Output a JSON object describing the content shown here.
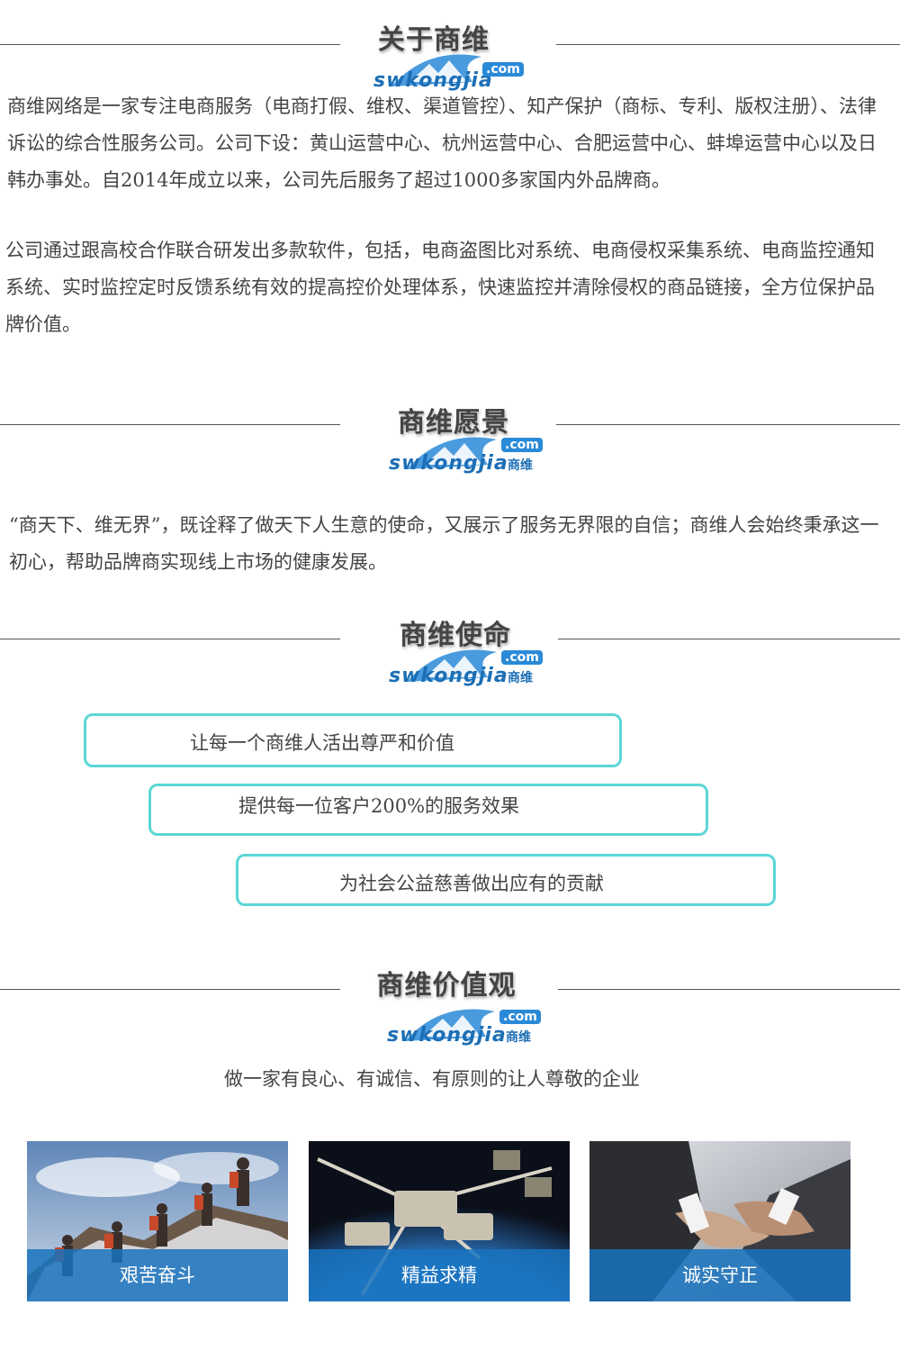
{
  "brand": {
    "logo_text": "swkongjia",
    "logo_com": ".com",
    "logo_cn": "商维",
    "accent": "#1d6fb5",
    "mission_border": "#5cd6d6",
    "caption_bg": "#1973be"
  },
  "about": {
    "title": "关于商维",
    "para1": "商维网络是一家专注电商服务（电商打假、维权、渠道管控）、知产保护（商标、专利、版权注册）、法律诉讼的综合性服务公司。公司下设：黄山运营中心、杭州运营中心、合肥运营中心、蚌埠运营中心以及日韩办事处。自2014年成立以来，公司先后服务了超过1000多家国内外品牌商。",
    "para2": "公司通过跟高校合作联合研发出多款软件，包括，电商盗图比对系统、电商侵权采集系统、电商监控通知系统、实时监控定时反馈系统有效的提高控价处理体系，快速监控并清除侵权的商品链接，全方位保护品牌价值。"
  },
  "vision": {
    "title": "商维愿景",
    "para": "“商天下、维无界”，既诠释了做天下人生意的使命，又展示了服务无界限的自信；商维人会始终秉承这一初心，帮助品牌商实现线上市场的健康发展。"
  },
  "mission": {
    "title": "商维使命",
    "items": [
      "让每一个商维人活出尊严和价值",
      "提供每一位客户200%的服务效果",
      "为社会公益慈善做出应有的贡献"
    ]
  },
  "values": {
    "title": "商维价值观",
    "slogan": "做一家有良心、有诚信、有原则的让人尊敬的企业",
    "cards": [
      {
        "caption": "艰苦奋斗",
        "image": "mountain-hikers"
      },
      {
        "caption": "精益求精",
        "image": "space-station"
      },
      {
        "caption": "诚实守正",
        "image": "handshake"
      }
    ]
  }
}
